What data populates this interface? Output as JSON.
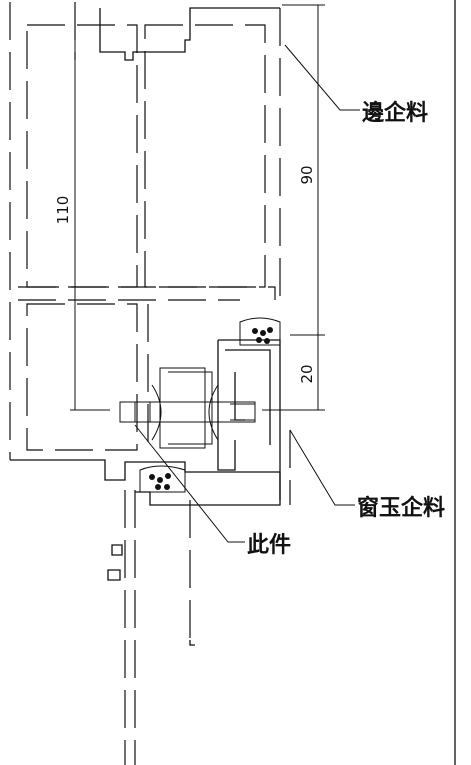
{
  "dimensions": {
    "overall": "110",
    "upper": "90",
    "lower": "20"
  },
  "labels": {
    "edge_mullion": "邊企料",
    "window_mullion": "窗玉企料",
    "this_part": "此件"
  }
}
